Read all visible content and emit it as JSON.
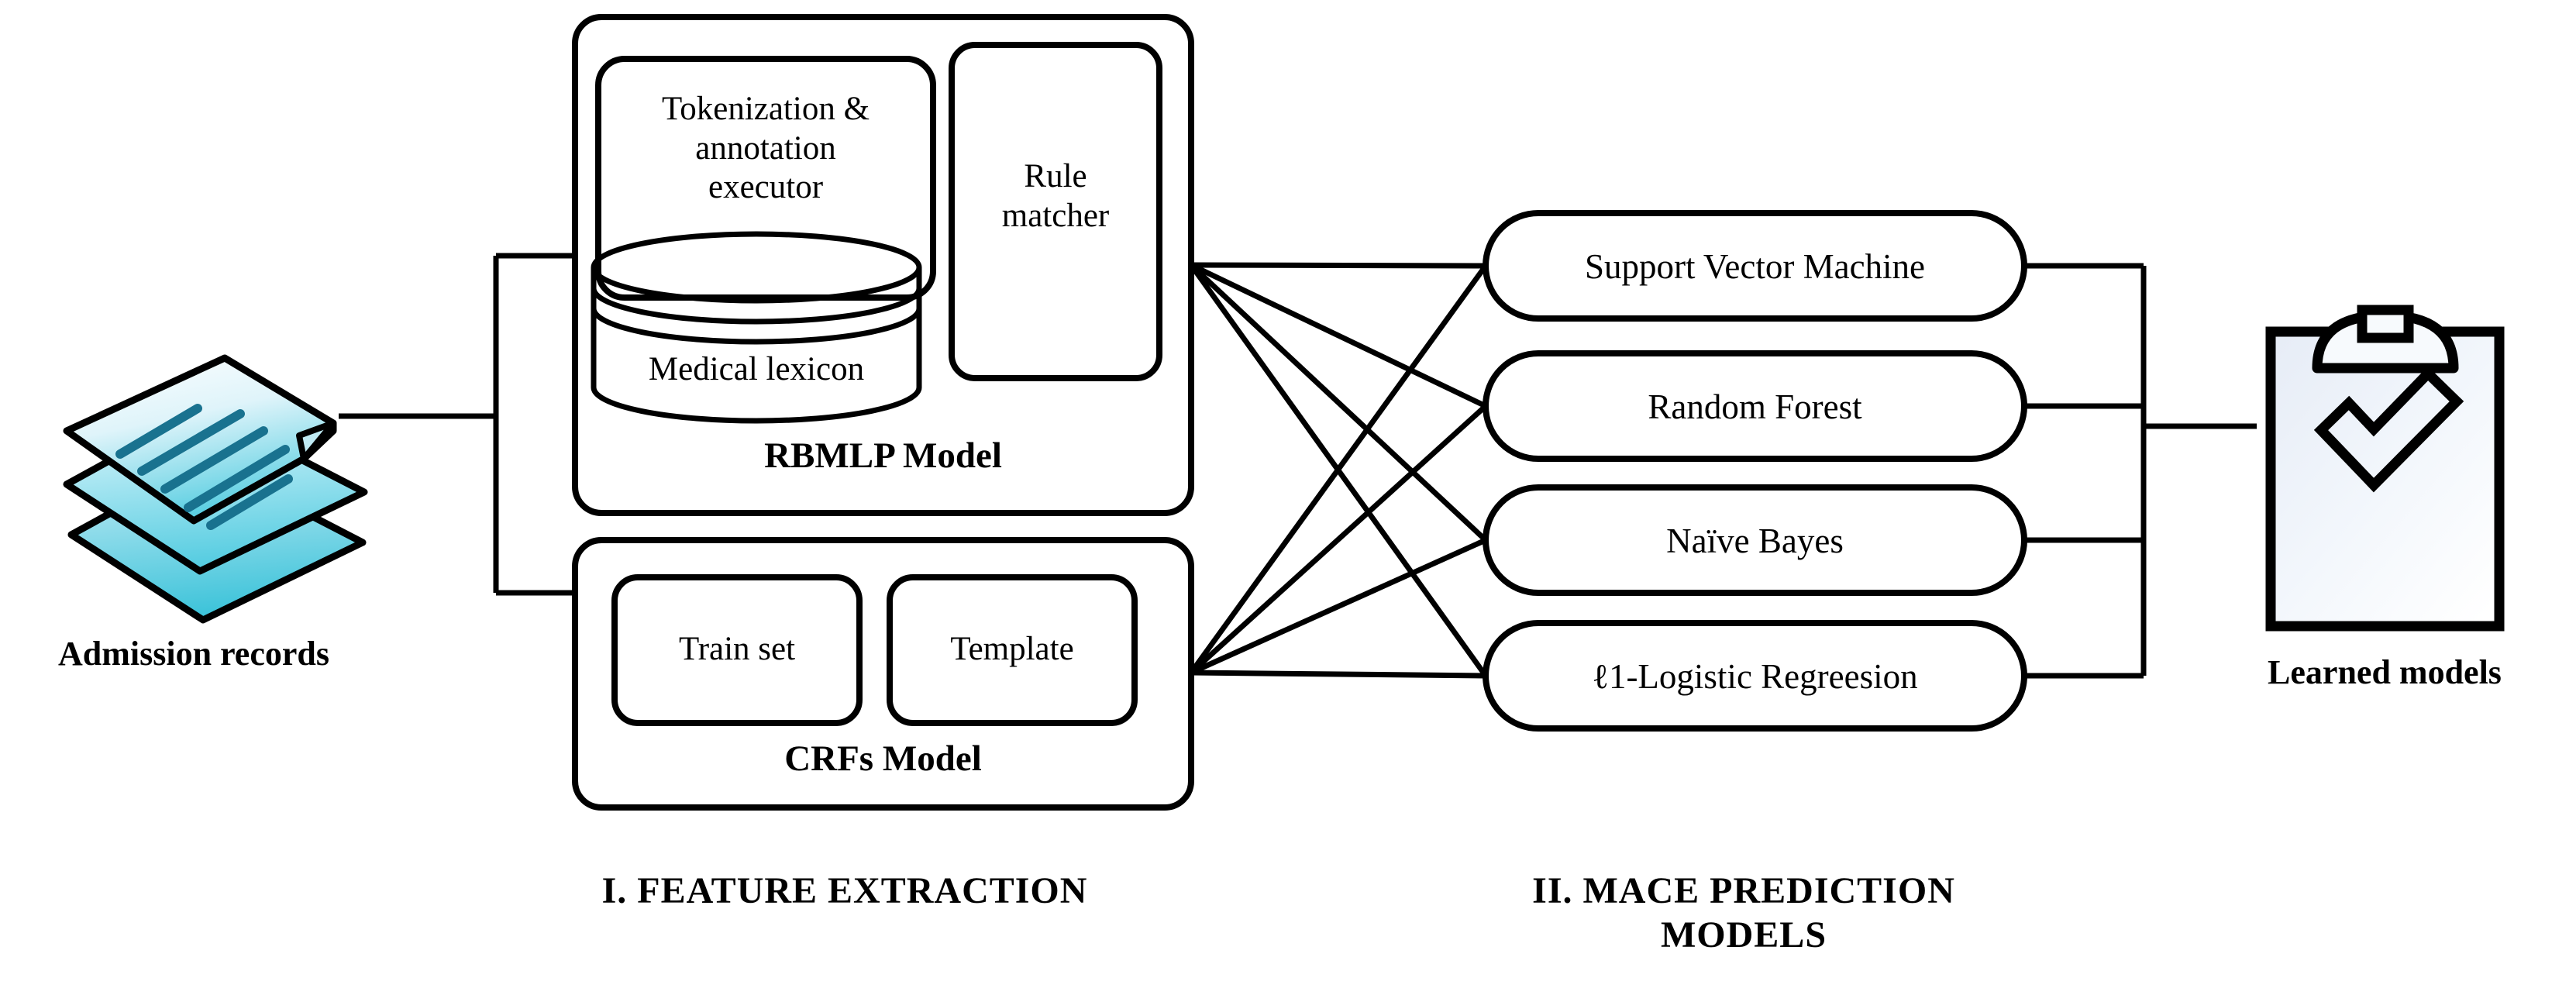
{
  "diagram": {
    "title": "MACE prediction pipeline architecture",
    "stroke_color": "#000000",
    "background": "#ffffff",
    "accent_color": "#4FC8DE",
    "clipboard_tint": "#eef2f9"
  },
  "input": {
    "icon": "stacked-documents-icon",
    "label": "Admission records"
  },
  "output": {
    "icon": "clipboard-check-icon",
    "label": "Learned models"
  },
  "stages": [
    {
      "number": "I.",
      "caption": "I. FEATURE EXTRACTION"
    },
    {
      "number": "II.",
      "caption_line1": "II. MACE PREDICTION",
      "caption_line2": "MODELS"
    }
  ],
  "feature_extraction": {
    "rbmlp": {
      "title": "RBMLP Model",
      "components": [
        {
          "name": "tokenization-annotation-executor",
          "label": "Tokenization & annotation executor",
          "lines": [
            "Tokenization &",
            "annotation",
            "executor"
          ]
        },
        {
          "name": "medical-lexicon-database",
          "label": "Medical lexicon",
          "shape": "cylinder"
        },
        {
          "name": "rule-matcher",
          "label": "Rule matcher",
          "lines": [
            "Rule",
            "matcher"
          ]
        }
      ]
    },
    "crfs": {
      "title": "CRFs Model",
      "components": [
        {
          "name": "train-set",
          "label": "Train set"
        },
        {
          "name": "template",
          "label": "Template"
        }
      ]
    }
  },
  "prediction_models": [
    {
      "name": "support-vector-machine",
      "label": "Support Vector Machine"
    },
    {
      "name": "random-forest",
      "label": "Random Forest"
    },
    {
      "name": "naive-bayes",
      "label": "Naïve Bayes"
    },
    {
      "name": "l1-logistic-regression",
      "label": "ℓ1-Logistic Regreesion"
    }
  ]
}
